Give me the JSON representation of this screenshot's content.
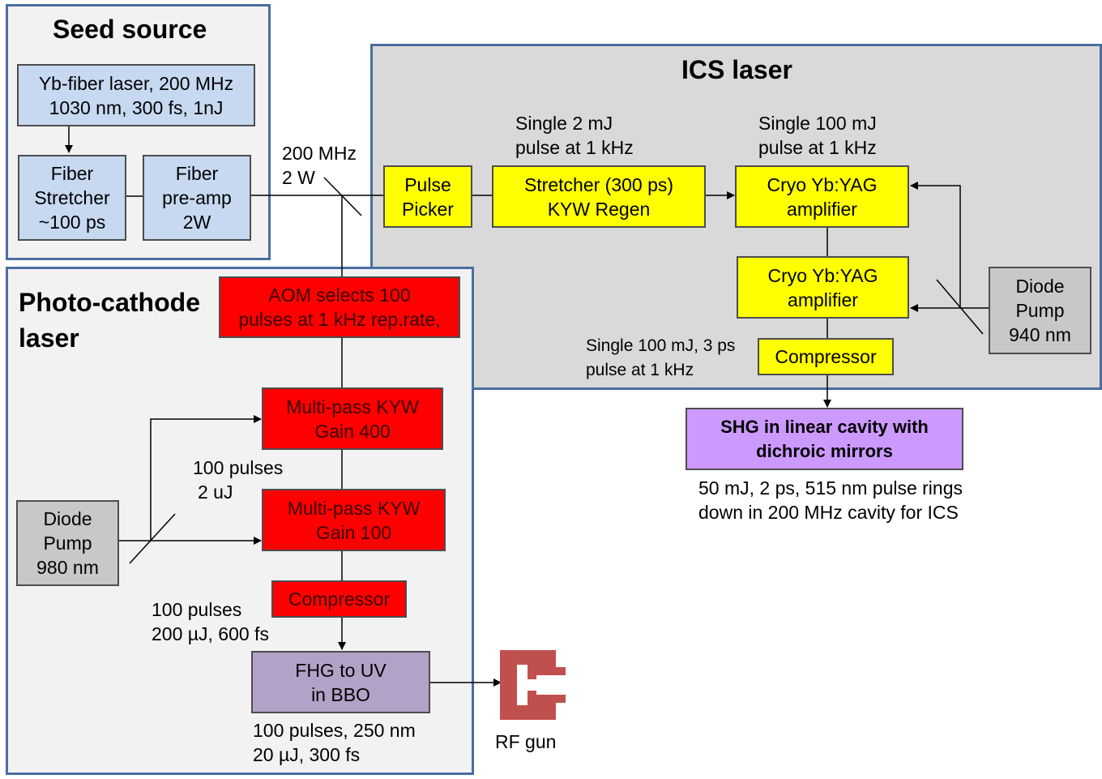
{
  "groups": {
    "seed_source": {
      "title": "Seed source"
    },
    "ics_laser": {
      "title": "ICS laser"
    },
    "photocathode": {
      "title_line1": "Photo-cathode",
      "title_line2": "laser"
    }
  },
  "boxes": {
    "yb_fiber_laser": {
      "line1": "Yb-fiber laser, 200 MHz",
      "line2": "1030 nm, 300 fs, 1nJ"
    },
    "fiber_stretcher": {
      "line1": "Fiber",
      "line2": "Stretcher",
      "line3": "~100 ps"
    },
    "fiber_preamp": {
      "line1": "Fiber",
      "line2": "pre-amp",
      "line3": "2W"
    },
    "pulse_picker": {
      "line1": "Pulse",
      "line2": "Picker"
    },
    "stretcher_regen": {
      "line1": "Stretcher (300 ps)",
      "line2": "KYW Regen"
    },
    "cryo_amp_1": {
      "line1": "Cryo Yb:YAG",
      "line2": "amplifier"
    },
    "cryo_amp_2": {
      "line1": "Cryo Yb:YAG",
      "line2": "amplifier"
    },
    "compressor_ics": {
      "line1": "Compressor"
    },
    "diode_pump_940": {
      "line1": "Diode",
      "line2": "Pump",
      "line3": "940 nm"
    },
    "shg_cavity": {
      "line1": "SHG in linear cavity with",
      "line2": "dichroic mirrors"
    },
    "aom": {
      "line1": "AOM selects 100",
      "line2": "pulses at 1 kHz rep.rate,"
    },
    "multipass_400": {
      "line1": "Multi-pass KYW",
      "line2": "Gain 400"
    },
    "multipass_100": {
      "line1": "Multi-pass KYW",
      "line2": "Gain 100"
    },
    "diode_pump_980": {
      "line1": "Diode",
      "line2": "Pump",
      "line3": "980 nm"
    },
    "compressor_pc": {
      "line1": "Compressor"
    },
    "fhg_uv": {
      "line1": "FHG to UV",
      "line2": "in BBO"
    }
  },
  "annotations": {
    "seed_output": {
      "line1": "200 MHz",
      "line2": "2 W"
    },
    "regen_output": {
      "line1": "Single 2 mJ",
      "line2": "pulse at 1 kHz"
    },
    "cryo_output": {
      "line1": "Single 100 mJ",
      "line2": "pulse at 1 kHz"
    },
    "compressor_input": {
      "line1": "Single 100 mJ, 3 ps",
      "line2": "pulse at 1 kHz"
    },
    "shg_result": {
      "line1": "50 mJ, 2 ps, 515 nm pulse rings",
      "line2": "down in 200 MHz cavity for ICS"
    },
    "multipass_mid": {
      "line1": "100 pulses",
      "line2": "2 uJ"
    },
    "compressor_pc_input": {
      "line1": "100 pulses",
      "line2": "200 µJ, 600 fs"
    },
    "fhg_output": {
      "line1": "100 pulses, 250 nm",
      "line2": "20 µJ, 300 fs"
    },
    "rf_gun": {
      "label": "RF gun"
    }
  },
  "colors": {
    "group_border": "#4a6ea0",
    "seed_bg": "#f2f2f2",
    "ics_bg": "#d9d9d9",
    "pc_bg": "#f2f2f2",
    "rf_gun": "#c0504d"
  }
}
